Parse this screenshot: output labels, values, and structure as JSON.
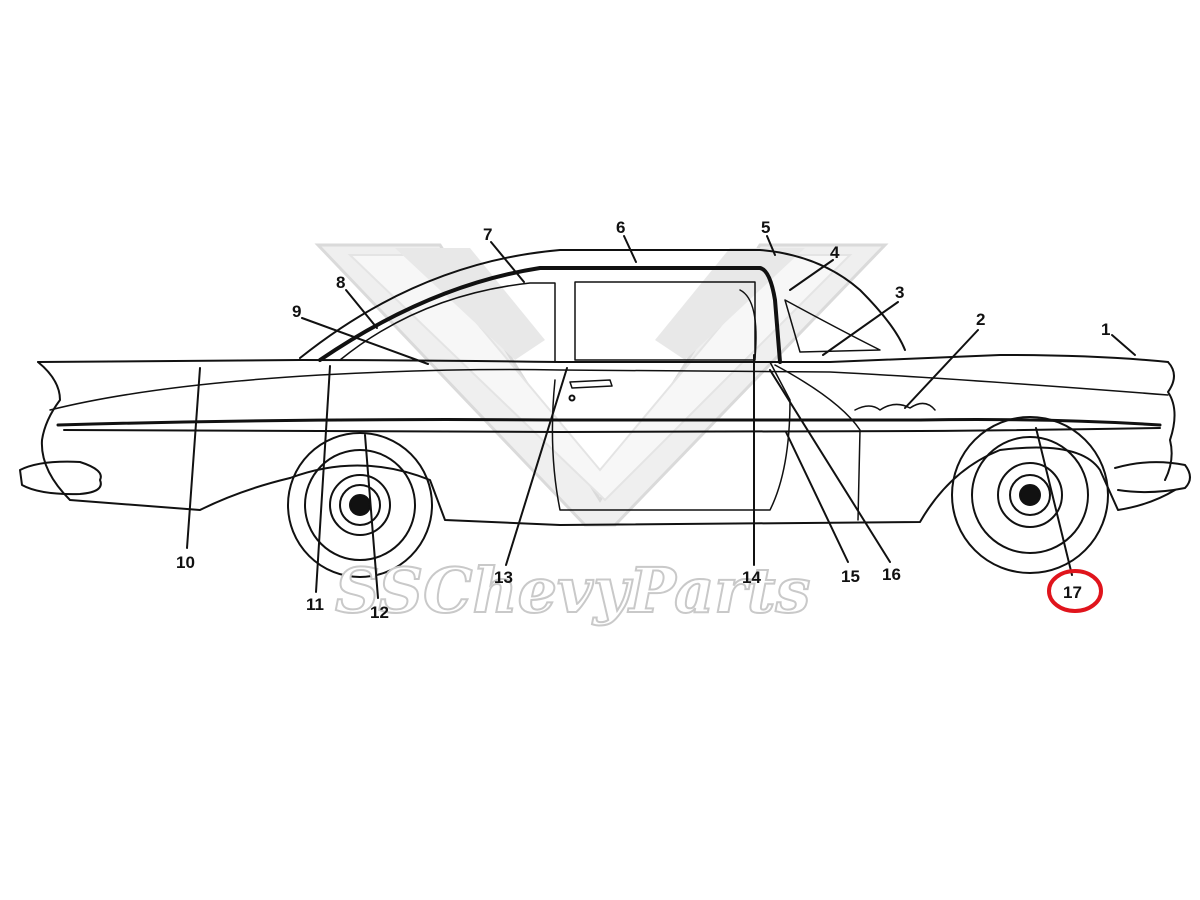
{
  "watermark": {
    "text": "SSChevyParts",
    "logo": "vv-logo"
  },
  "callouts": [
    {
      "id": "c1",
      "label": "1"
    },
    {
      "id": "c2",
      "label": "2"
    },
    {
      "id": "c3",
      "label": "3"
    },
    {
      "id": "c4",
      "label": "4"
    },
    {
      "id": "c5",
      "label": "5"
    },
    {
      "id": "c6",
      "label": "6"
    },
    {
      "id": "c7",
      "label": "7"
    },
    {
      "id": "c8",
      "label": "8"
    },
    {
      "id": "c9",
      "label": "9"
    },
    {
      "id": "c10",
      "label": "10"
    },
    {
      "id": "c11",
      "label": "11"
    },
    {
      "id": "c12",
      "label": "12"
    },
    {
      "id": "c13",
      "label": "13"
    },
    {
      "id": "c14",
      "label": "14"
    },
    {
      "id": "c15",
      "label": "15"
    },
    {
      "id": "c16",
      "label": "16"
    },
    {
      "id": "c17",
      "label": "17"
    }
  ],
  "highlight": {
    "callout": "17",
    "color": "#e0141c"
  },
  "colors": {
    "ink": "#111111",
    "watermark": "#c9c9c9"
  }
}
